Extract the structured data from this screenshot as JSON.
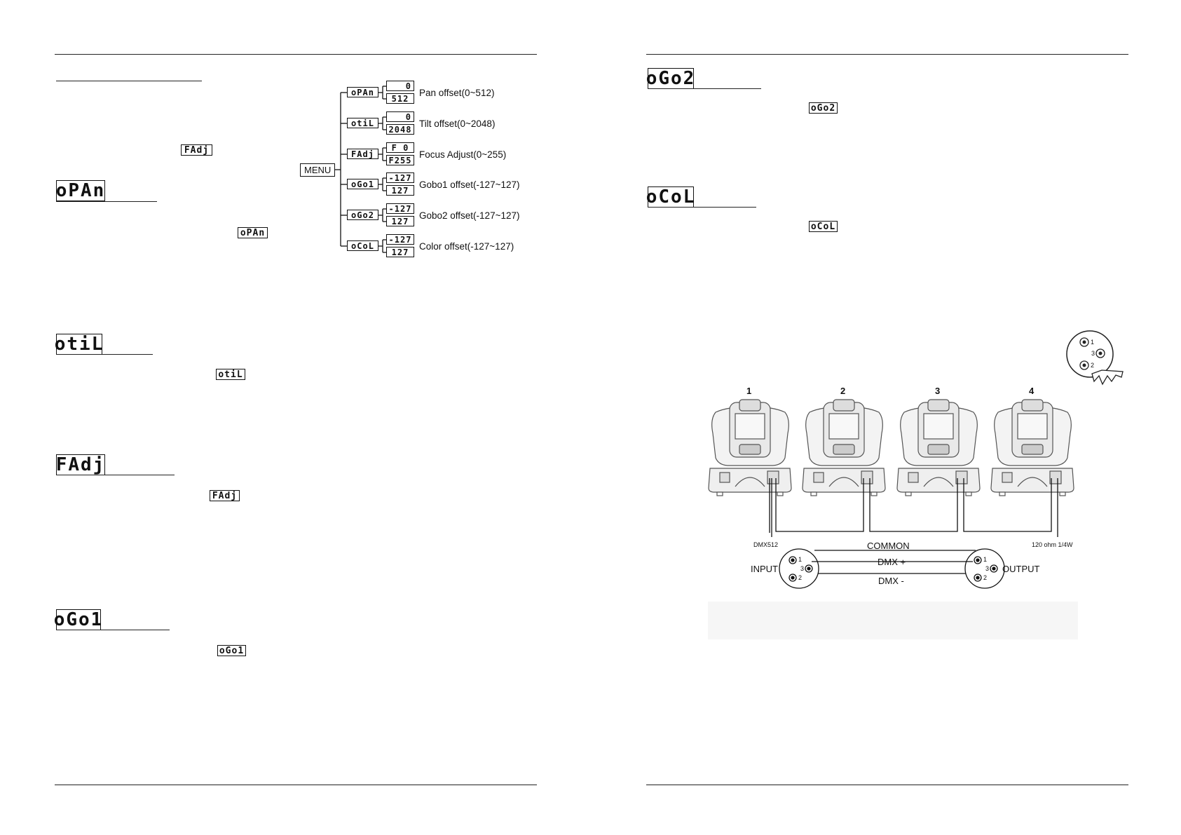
{
  "left_page": {
    "menu_button": "MENU",
    "inline_codes": {
      "fadj_inline": "FAdj",
      "opan_inline": "oPAn",
      "otil_inline": "otiL",
      "fadj_inline2": "FAdj",
      "ogo1_inline": "oGo1"
    },
    "section_codes": {
      "opan": "oPAn",
      "otil": "otiL",
      "fadj": "FAdj",
      "ogo1": "oGo1"
    },
    "menu_tree": [
      {
        "code": "oPAn",
        "top_value": "0",
        "bottom_value": "512",
        "label": "Pan offset(0~512)"
      },
      {
        "code": "otiL",
        "top_value": "0",
        "bottom_value": "2048",
        "label": "Tilt offset(0~2048)"
      },
      {
        "code": "FAdj",
        "top_value": "F 0",
        "bottom_value": "F255",
        "label": "Focus Adjust(0~255)"
      },
      {
        "code": "oGo1",
        "top_value": "-127",
        "bottom_value": "127",
        "label": "Gobo1 offset(-127~127)"
      },
      {
        "code": "oGo2",
        "top_value": "-127",
        "bottom_value": "127",
        "label": "Gobo2 offset(-127~127)"
      },
      {
        "code": "oCoL",
        "top_value": "-127",
        "bottom_value": "127",
        "label": "Color offset(-127~127)"
      }
    ]
  },
  "right_page": {
    "section_codes": {
      "ogo2": "oGo2",
      "ocol": "oCoL"
    },
    "inline_codes": {
      "ogo2_inline": "oGo2",
      "ocol_inline": "oCoL"
    },
    "diagram": {
      "fixture_numbers": [
        "1",
        "2",
        "3",
        "4"
      ],
      "dmx_label": "DMX512",
      "terminator_label": "120 ohm 1/4W",
      "common_label": "COMMON",
      "dmx_plus_label": "DMX +",
      "dmx_minus_label": "DMX -",
      "input_label": "INPUT",
      "output_label": "OUTPUT",
      "pin_labels": [
        "1",
        "3",
        "2"
      ],
      "xlr_pin_labels": [
        "1",
        "3",
        "2"
      ]
    }
  }
}
